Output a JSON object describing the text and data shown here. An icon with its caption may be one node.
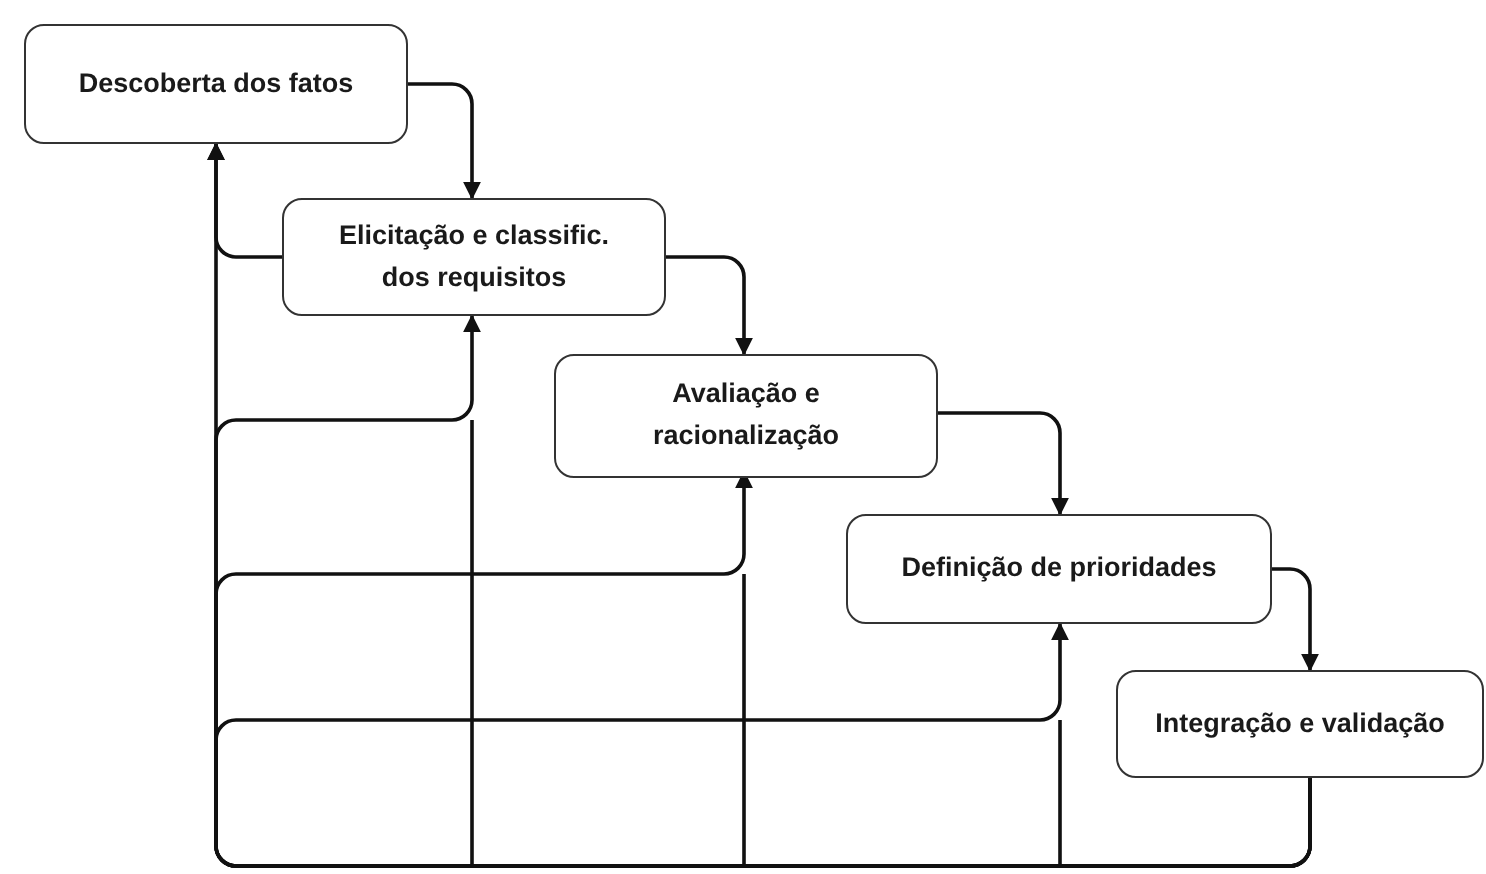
{
  "diagram": {
    "nodes": [
      {
        "text": [
          "Descoberta dos fatos"
        ]
      },
      {
        "text": [
          "Elicitação e classific. dos requisitos"
        ]
      },
      {
        "text": [
          "Avaliação e racionalização"
        ]
      },
      {
        "text": [
          "Definição de prioridades"
        ]
      },
      {
        "text": [
          "Integração e validação"
        ]
      }
    ],
    "edges": [
      {
        "from": 0,
        "to": 1,
        "arrow": "to"
      },
      {
        "from": 1,
        "to": 2,
        "arrow": "to"
      },
      {
        "from": 2,
        "to": 3,
        "arrow": "to"
      },
      {
        "from": 3,
        "to": 4,
        "arrow": "to"
      },
      {
        "from": 1,
        "to": 0,
        "arrow": "to"
      },
      {
        "from": 4,
        "to": 0,
        "arrow": "to"
      },
      {
        "from": 4,
        "to": 1,
        "arrow": "to"
      },
      {
        "from": 4,
        "to": 2,
        "arrow": "to"
      },
      {
        "from": 4,
        "to": 3,
        "arrow": "to"
      }
    ]
  }
}
